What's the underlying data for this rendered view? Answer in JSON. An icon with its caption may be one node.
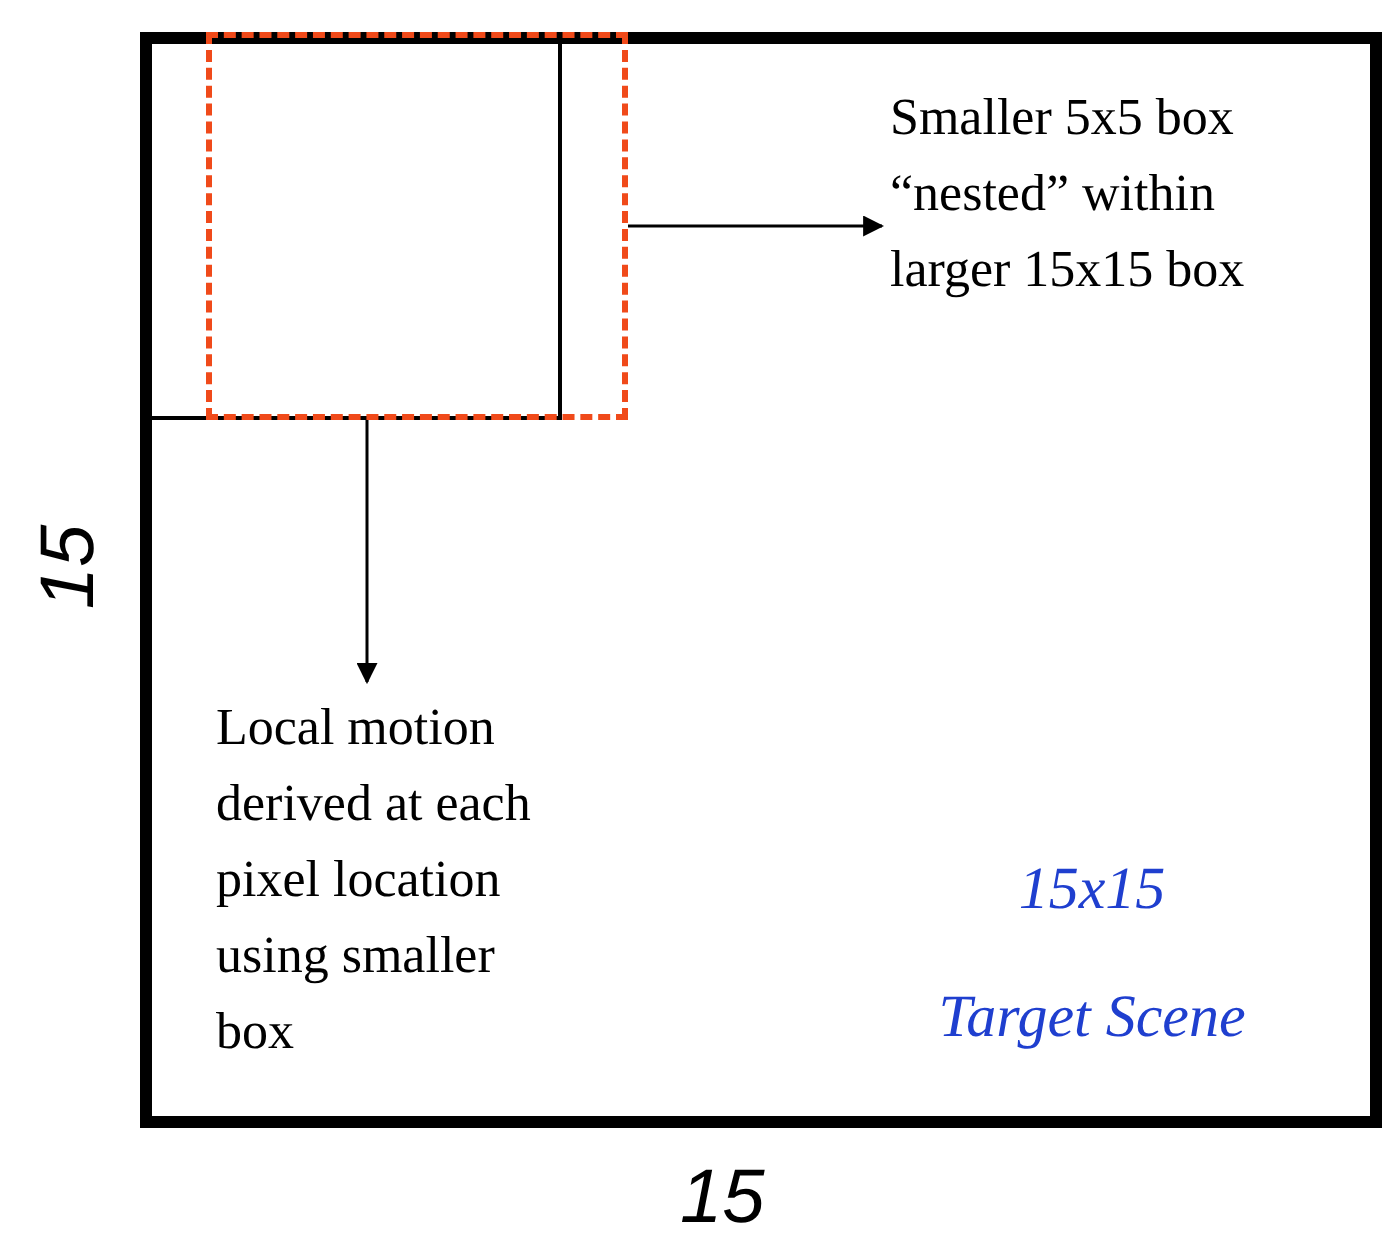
{
  "diagram": {
    "nodes": [
      {
        "text": [
          "15x15",
          "Target Scene"
        ]
      },
      {
        "text": [],
        "shape": "box",
        "in": 0
      },
      {
        "text": [],
        "shape": "box",
        "in": 0
      },
      {
        "text": [
          "Smaller 5x5 box “nested” within larger 15x15 box"
        ],
        "in": 0
      },
      {
        "text": [
          "Local motion derived at each pixel location using smaller box"
        ],
        "in": 0
      }
    ],
    "edges": [
      {
        "from": 2,
        "to": 3,
        "arrow": "to"
      },
      {
        "from": 1,
        "to": 4,
        "arrow": "to"
      }
    ],
    "labels": [
      "15",
      "15"
    ]
  }
}
